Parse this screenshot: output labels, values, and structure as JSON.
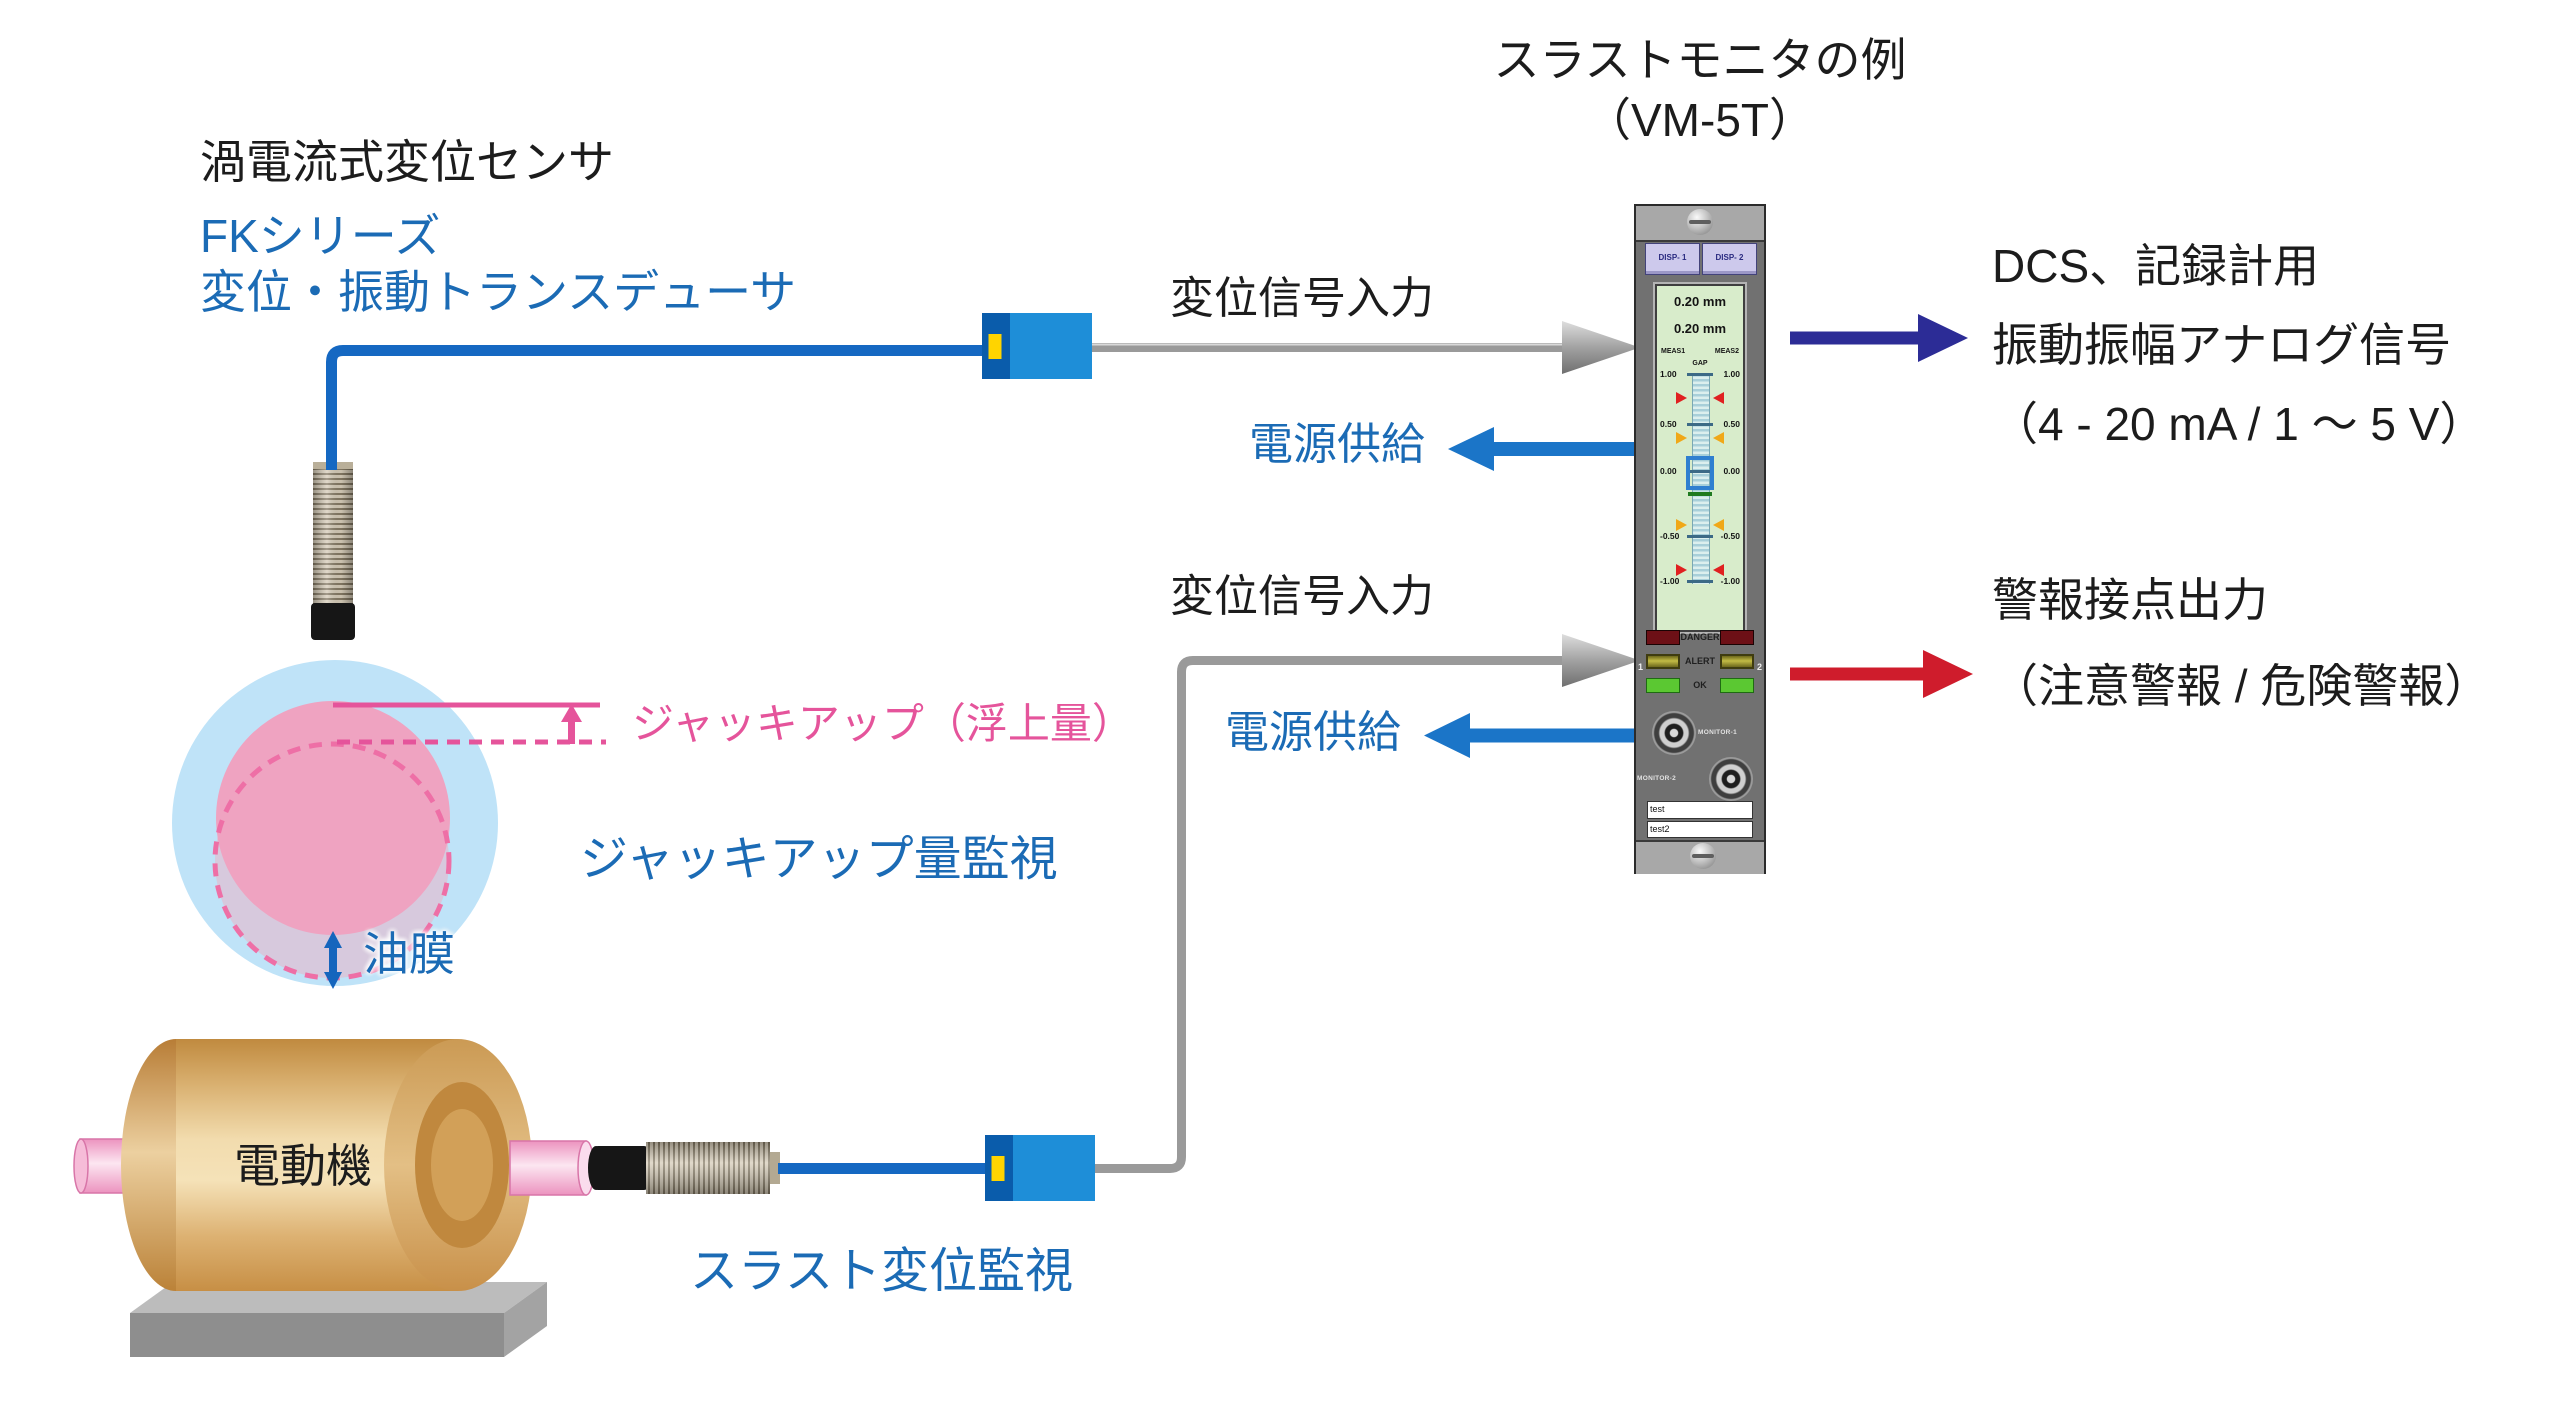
{
  "colors": {
    "text_blue": "#1b6bb5",
    "cable_blue": "#1568c2",
    "navy_arrow": "#2c2c96",
    "red_arrow": "#cf1c2c",
    "pink": "#e5549b",
    "screen_green": "#d8eccb"
  },
  "left_block": {
    "title": "渦電流式変位センサ",
    "series": "FKシリーズ",
    "product": "変位・振動トランスデューサ"
  },
  "monitor_header": {
    "line1": "スラストモニタの例",
    "line2": "（VM-5T）"
  },
  "connections": {
    "signal_top": "変位信号入力",
    "power_top": "電源供給",
    "signal_bottom": "変位信号入力",
    "power_bottom": "電源供給"
  },
  "outputs": {
    "analog_line1": "DCS、記録計用",
    "analog_line2": "振動振幅アナログ信号",
    "analog_line3": "（4 - 20 mA / 1 ～ 5 V）",
    "alarm_line1": "警報接点出力",
    "alarm_line2": "（注意警報 / 危険警報）"
  },
  "jackup": {
    "measure": "ジャッキアップ（浮上量）",
    "monitor": "ジャッキアップ量監視",
    "oil_film": "油膜"
  },
  "machine": {
    "motor": "電動機",
    "thrust": "スラスト変位監視"
  },
  "device": {
    "disp1": "DISP- 1",
    "disp2": "DISP- 2",
    "reading1": "0.20 mm",
    "reading2": "0.20 mm",
    "meas1": "MEAS1",
    "meas2": "MEAS2",
    "gap": "GAP",
    "scale": [
      "1.00",
      "0.50",
      "0.00",
      "-0.50",
      "-1.00"
    ],
    "danger": "DANGER",
    "alert": "ALERT",
    "ok": "OK",
    "ch1": "1",
    "ch2": "2",
    "monitor1": "MONITOR-1",
    "monitor2": "MONITOR-2",
    "tag1": "test",
    "tag2": "test2"
  }
}
